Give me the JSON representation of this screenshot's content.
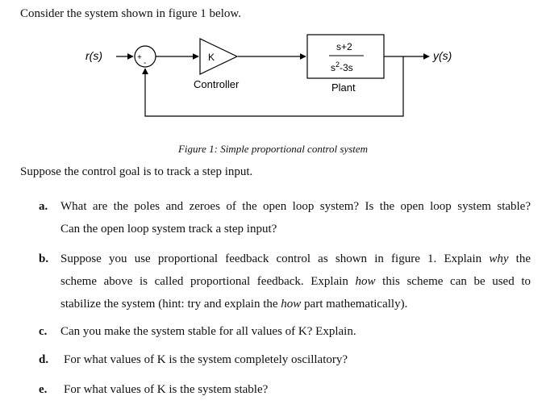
{
  "intro": "Consider the system shown in figure 1 below.",
  "diagram": {
    "input": "r(s)",
    "output": "y(s)",
    "sum_plus": "+",
    "sum_minus": "-",
    "controller_gain": "K",
    "controller_label": "Controller",
    "plant_num": "s+2",
    "plant_den_base": "s",
    "plant_den_exp": "2",
    "plant_den_rest": "-3s",
    "plant_label": "Plant"
  },
  "caption": "Figure 1: Simple proportional control system",
  "goal": "Suppose the control goal is to track a step input.",
  "questions": [
    {
      "label": "a.",
      "line1": "What are the poles and zeroes of the open loop system? Is the open loop system stable?",
      "line2": "Can the open loop system track a step input?"
    },
    {
      "label": "b.",
      "l1a": "Suppose you use proportional feedback control as shown in figure 1. Explain ",
      "l1b": "why",
      "l1c": " the",
      "l2a": "scheme above is called proportional feedback. Explain ",
      "l2b": "how",
      "l2c": " this scheme can be used to",
      "l3a": "stabilize the system (hint: try and explain the ",
      "l3b": "how",
      "l3c": " part mathematically)."
    },
    {
      "label": "c.",
      "line1": "Can you make the system stable for all values of K? Explain."
    },
    {
      "label": "d.",
      "line1": "For what values of K is the system completely oscillatory?"
    },
    {
      "label": "e.",
      "line1": "For what values of K is the system stable?"
    }
  ]
}
